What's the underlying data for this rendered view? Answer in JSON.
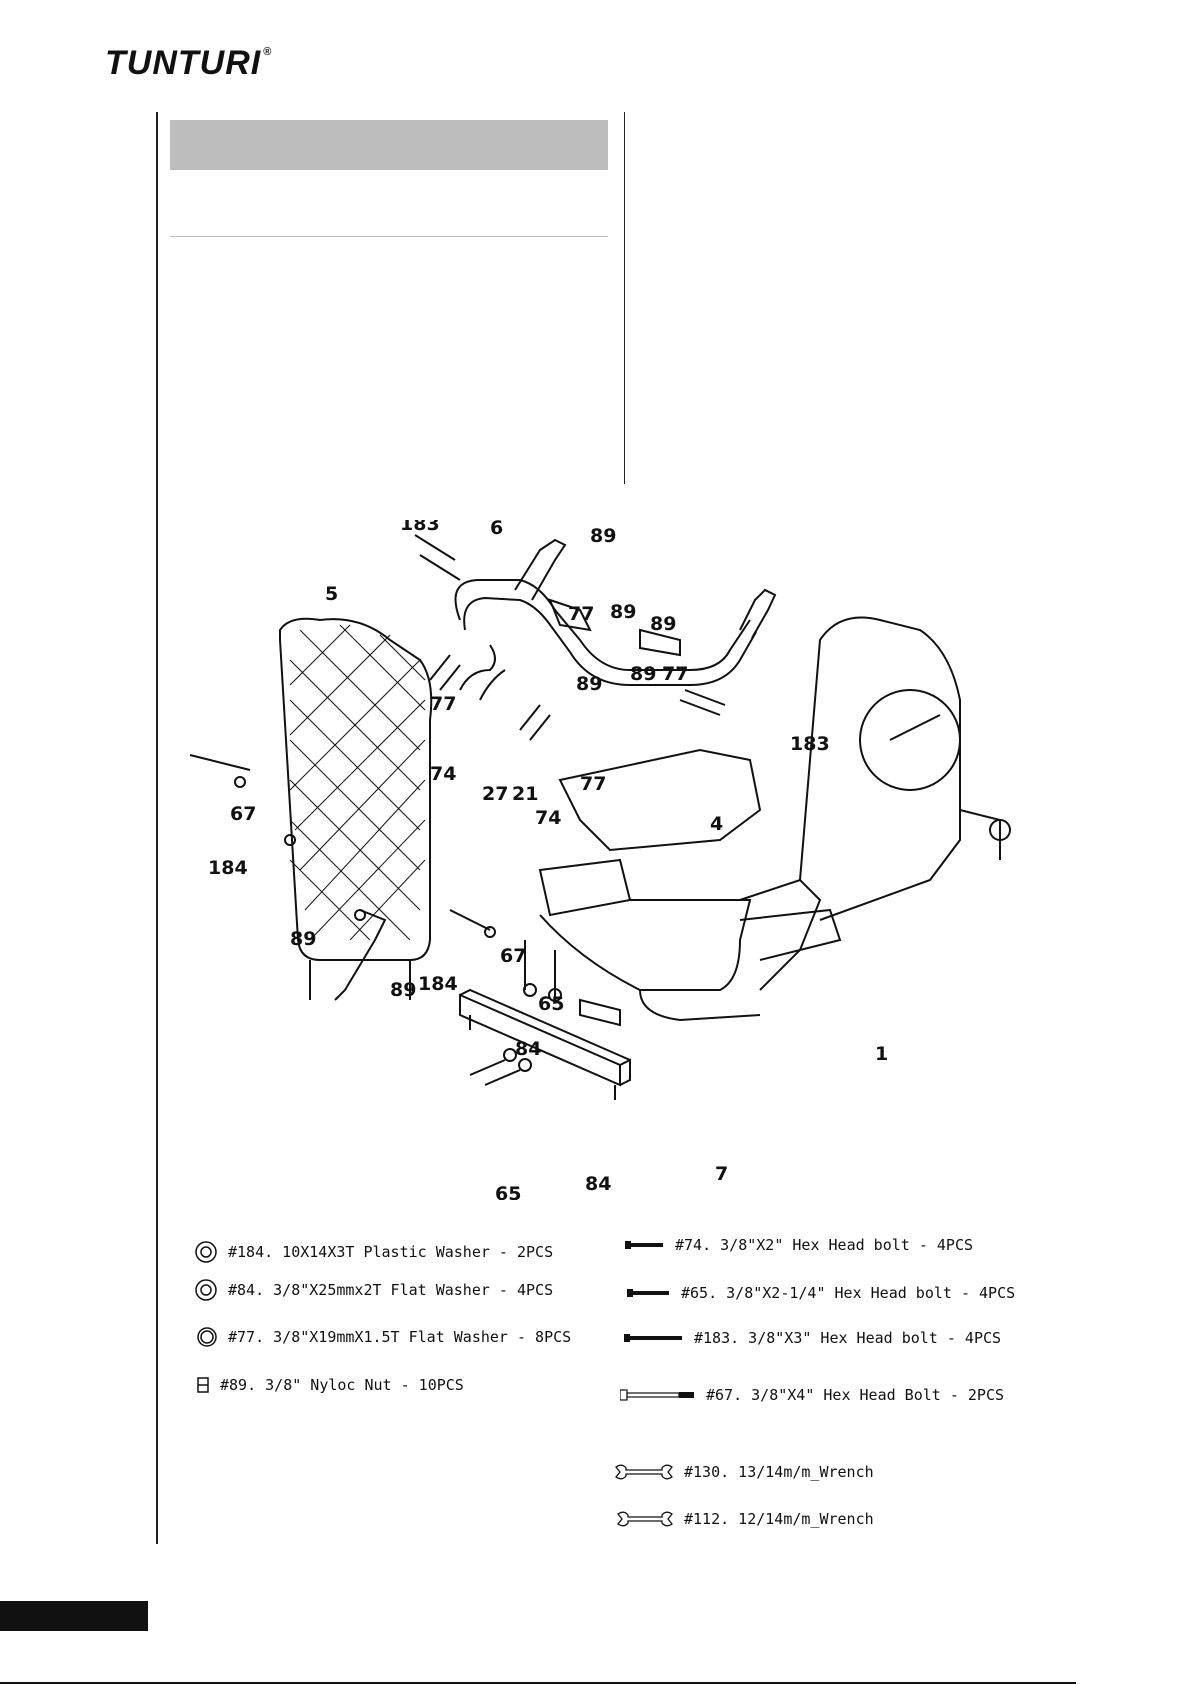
{
  "brand": {
    "name": "TUNTURI",
    "mark": "®"
  },
  "diagram": {
    "callouts": [
      "183",
      "6",
      "89",
      "77",
      "89",
      "89",
      "5",
      "89",
      "77",
      "89",
      "77",
      "74",
      "27",
      "21",
      "74",
      "77",
      "183",
      "67",
      "184",
      "4",
      "89",
      "67",
      "89",
      "184",
      "65",
      "84",
      "1",
      "7",
      "84",
      "65"
    ]
  },
  "hardware": {
    "left": [
      {
        "icon": "washer-icon",
        "label": "#184. 10X14X3T Plastic Washer  - 2PCS"
      },
      {
        "icon": "washer-icon",
        "label": "#84. 3/8\"X25mmx2T Flat Washer - 4PCS"
      },
      {
        "icon": "washer-icon",
        "label": "#77. 3/8\"X19mmX1.5T Flat Washer - 8PCS"
      },
      {
        "icon": "nut-icon",
        "label": "#89. 3/8\" Nyloc Nut - 10PCS"
      }
    ],
    "right": [
      {
        "icon": "bolt-icon",
        "label": "#74. 3/8\"X2\" Hex Head bolt - 4PCS"
      },
      {
        "icon": "bolt-icon",
        "label": "#65. 3/8\"X2-1/4\" Hex Head bolt - 4PCS"
      },
      {
        "icon": "bolt-icon",
        "label": "#183. 3/8\"X3\" Hex Head bolt - 4PCS"
      },
      {
        "icon": "long-bolt-icon",
        "label": "#67. 3/8\"X4\" Hex Head Bolt - 2PCS"
      },
      {
        "icon": "wrench-icon",
        "label": "#130. 13/14m/m_Wrench"
      },
      {
        "icon": "wrench-icon",
        "label": "#112. 12/14m/m_Wrench"
      }
    ]
  }
}
